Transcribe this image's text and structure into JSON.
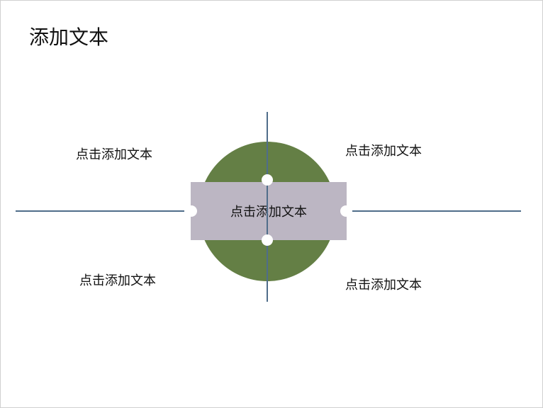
{
  "slide": {
    "title": "添加文本",
    "center_text": "点击添加文本",
    "labels": {
      "top_left": "点击添加文本",
      "top_right": "点击添加文本",
      "bottom_left": "点击添加文本",
      "bottom_right": "点击添加文本"
    }
  },
  "colors": {
    "circle": "#647f45",
    "center_box": "#bcb6c3",
    "lines": "#4f6d8a"
  }
}
